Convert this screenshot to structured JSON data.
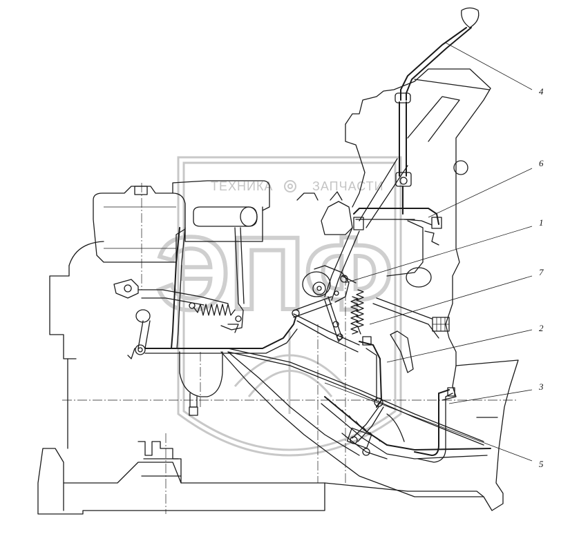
{
  "watermark": {
    "top_text_left": "ТЕХНИКА",
    "top_text_right": "ЗАПЧАСТИ",
    "big_text": "ЭПФ",
    "colors": {
      "watermark": "#c8c8c8",
      "lines": "#1a1a1a"
    },
    "icons": [
      "gear-icon",
      "wheat-ear-icon"
    ]
  },
  "callouts": [
    "1",
    "2",
    "3",
    "4",
    "5",
    "6",
    "7"
  ]
}
